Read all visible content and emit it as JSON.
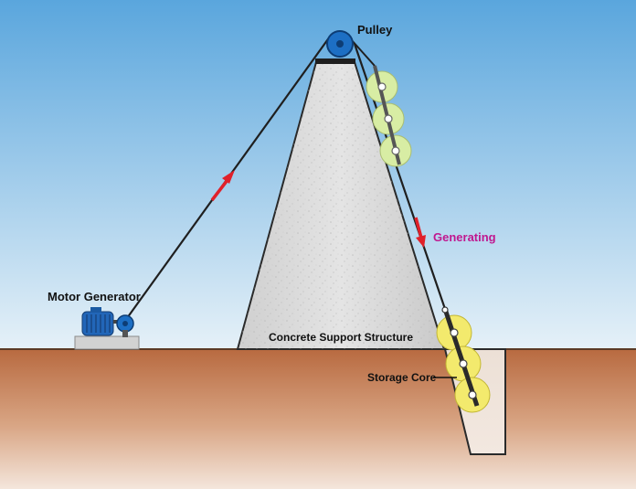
{
  "labels": {
    "pulley": "Pulley",
    "motor_generator": "Motor Generator",
    "generating": "Generating",
    "concrete_support": "Concrete Support Structure",
    "storage_core": "Storage Core"
  },
  "colors": {
    "sky_top": "#5aa6dd",
    "sky_bottom": "#e6f1f8",
    "ground_top": "#b86a40",
    "ground_bottom": "#f4e6dc",
    "concrete": "#d9d9d9",
    "pulley": "#1d6fc4",
    "motor": "#2266b8",
    "cable": "#1f1f1f",
    "arrow": "#e0202a",
    "generating_text": "#c0178f",
    "weight_light": "#d8eda4",
    "weight_yellow": "#f3ea6d"
  }
}
